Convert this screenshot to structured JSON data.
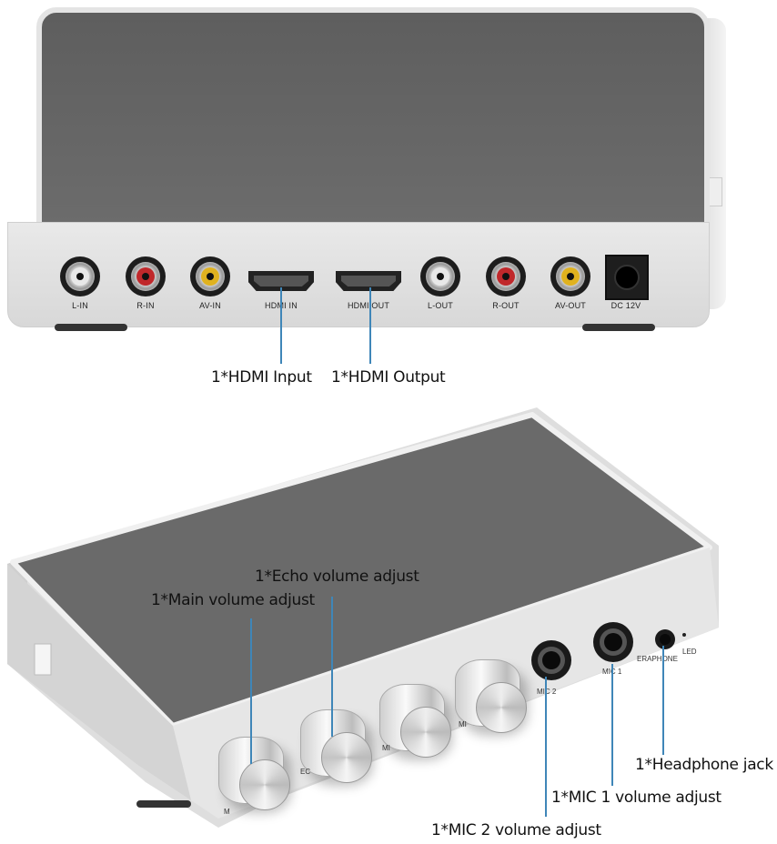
{
  "top_device": {
    "ports": [
      {
        "label": "L-IN",
        "type": "rca",
        "color": "#e8e8e8"
      },
      {
        "label": "R-IN",
        "type": "rca",
        "color": "#c0282b"
      },
      {
        "label": "AV-IN",
        "type": "rca",
        "color": "#e0b21f"
      },
      {
        "label": "HDMI IN",
        "type": "hdmi"
      },
      {
        "label": "HDMI OUT",
        "type": "hdmi"
      },
      {
        "label": "L-OUT",
        "type": "rca",
        "color": "#e8e8e8"
      },
      {
        "label": "R-OUT",
        "type": "rca",
        "color": "#c0282b"
      },
      {
        "label": "AV-OUT",
        "type": "rca",
        "color": "#e0b21f"
      },
      {
        "label": "DC 12V",
        "type": "dc"
      }
    ],
    "callouts": {
      "hdmi_input": "1*HDMI Input",
      "hdmi_output": "1*HDMI Output"
    }
  },
  "bottom_device": {
    "knob_labels": [
      "M",
      "EC",
      "MI",
      "MI"
    ],
    "jack_labels": {
      "mic2": "MIC 2",
      "mic1": "MIC 1",
      "earphone": "ERAPHONE",
      "led": "LED"
    },
    "callouts": {
      "echo": "1*Echo volume adjust",
      "main": "1*Main volume adjust",
      "headphone": "1*Headphone jack",
      "mic1": "1*MIC 1 volume adjust",
      "mic2": "1*MIC 2 volume adjust"
    }
  },
  "colors": {
    "callout_line": "#3f86b8",
    "panel_top": "#666666",
    "body_silver": "#e2e2e2"
  }
}
